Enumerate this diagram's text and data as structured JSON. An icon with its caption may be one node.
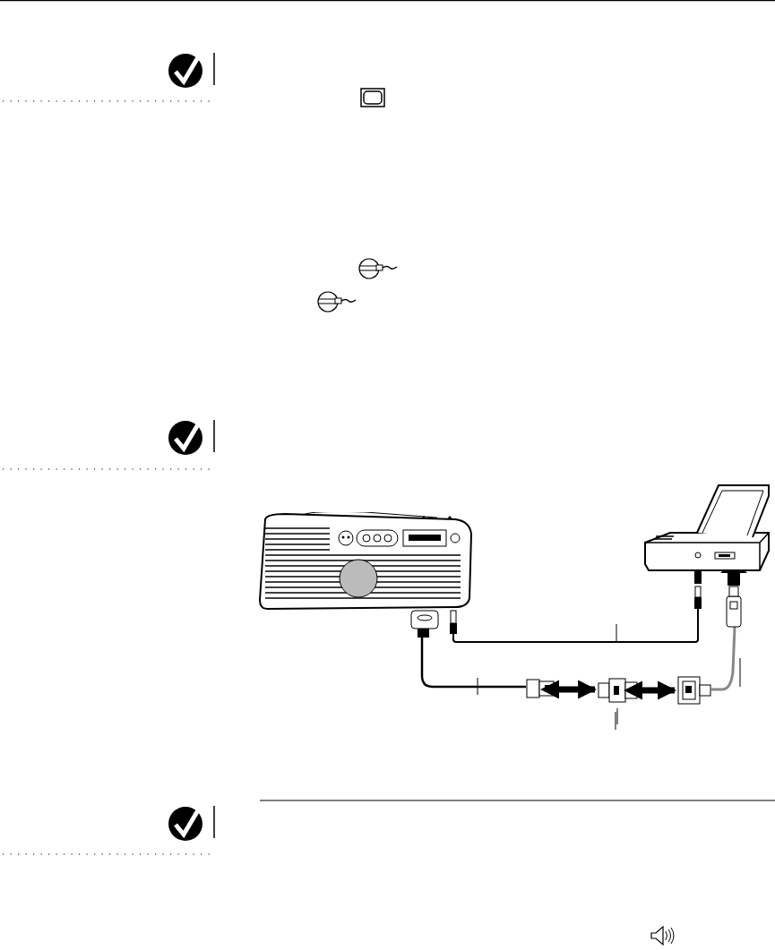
{
  "diagram": {
    "nodes": [
      {
        "text": [],
        "shape": "picture"
      },
      {
        "text": [],
        "shape": "picture"
      },
      {
        "text": [],
        "shape": "box"
      },
      {
        "text": [],
        "shape": "box"
      },
      {
        "text": [],
        "shape": "box"
      }
    ],
    "edges": [
      {
        "from": 2,
        "to": 3,
        "arrow": "both"
      },
      {
        "from": 3,
        "to": 4,
        "arrow": "both"
      }
    ]
  }
}
